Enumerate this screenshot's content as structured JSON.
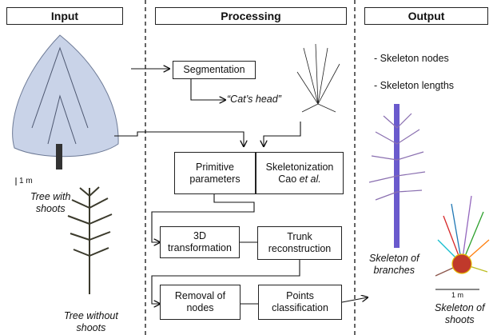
{
  "headers": {
    "input": "Input",
    "processing": "Processing",
    "output": "Output"
  },
  "boxes": {
    "segmentation": "Segmentation",
    "primitive_parameters": [
      "Primitive",
      "parameters"
    ],
    "skeletonization": [
      "Skeletonization",
      "Cao",
      "et al."
    ],
    "transformation_3d": [
      "3D",
      "transformation"
    ],
    "trunk_reconstruction": [
      "Trunk",
      "reconstruction"
    ],
    "removal_of_nodes": [
      "Removal of",
      "nodes"
    ],
    "points_classification": [
      "Points",
      "classification"
    ]
  },
  "labels": {
    "cats_head": "“Cat’s head”",
    "tree_with_shoots": [
      "Tree with",
      "shoots"
    ],
    "tree_without_shoots": [
      "Tree without",
      "shoots"
    ],
    "skeleton_of_branches": [
      "Skeleton of",
      "branches"
    ],
    "skeleton_of_shoots": [
      "Skeleton of",
      "shoots"
    ],
    "scale_left": "1 m",
    "scale_right": "1 m"
  },
  "outputs": [
    "- Skeleton nodes",
    "- Skeleton lengths"
  ],
  "colors": {
    "line": "#111111",
    "trunk": "#6a5acd",
    "foliage": "#c9d3e8",
    "dark_tree": "#3b3a2c"
  }
}
